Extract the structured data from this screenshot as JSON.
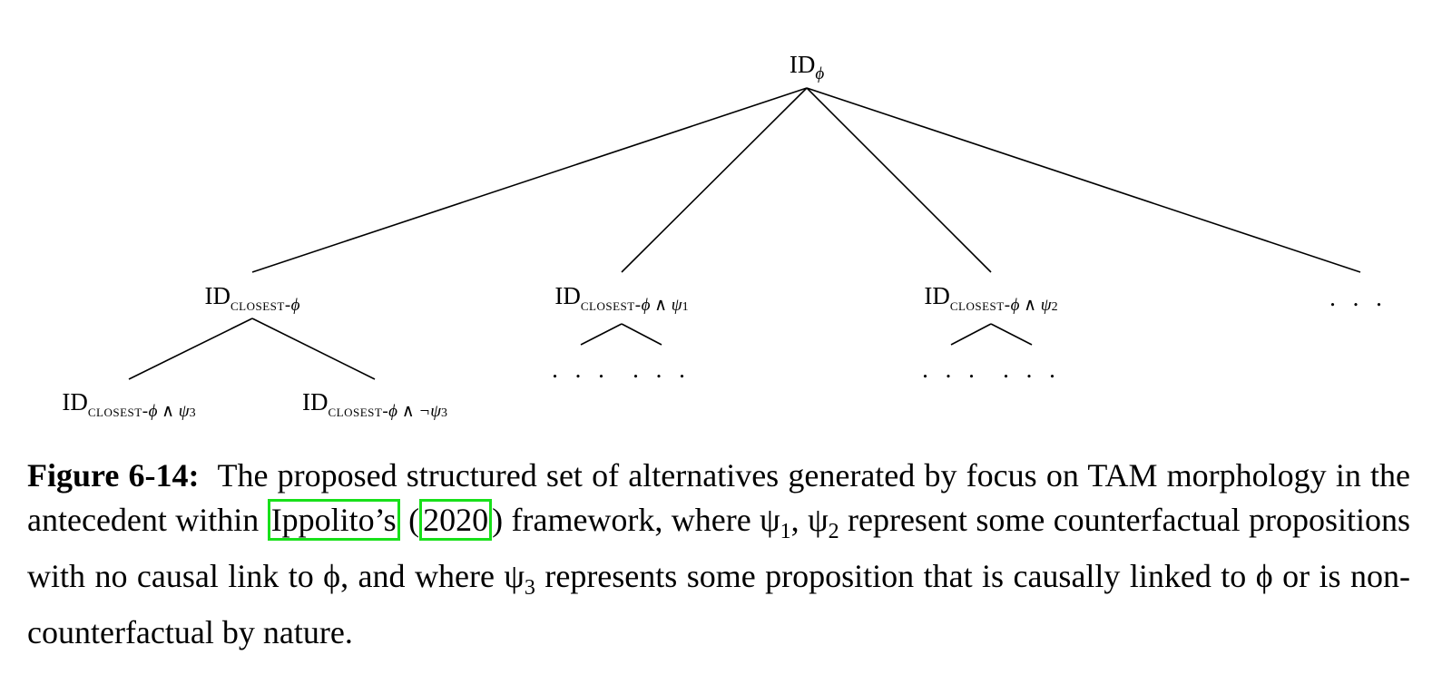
{
  "tree": {
    "root": {
      "base": "ID",
      "sub": "ϕ"
    },
    "level1": [
      {
        "base": "ID",
        "sub_sc": "closest-",
        "sub_rest": "ϕ"
      },
      {
        "base": "ID",
        "sub_sc": "closest-",
        "sub_rest": "ϕ ∧ ψ",
        "sub_num": "1"
      },
      {
        "base": "ID",
        "sub_sc": "closest-",
        "sub_rest": "ϕ ∧ ψ",
        "sub_num": "2"
      }
    ],
    "level1_ellipsis": ". . .",
    "level2": [
      {
        "base": "ID",
        "sub_sc": "closest-",
        "sub_rest": "ϕ ∧ ψ",
        "sub_num": "3"
      },
      {
        "base": "ID",
        "sub_sc": "closest-",
        "sub_rest": "ϕ ∧ ¬ψ",
        "sub_num": "3"
      }
    ],
    "leaf_ellipsis": ". . ."
  },
  "caption": {
    "label": "Figure 6-14:",
    "part1": "The proposed structured set of alternatives generated by focus on TAM morphology in the antecedent within ",
    "cite_author": "Ippolito’s",
    "cite_open": " (",
    "cite_year": "2020",
    "cite_close": ")",
    "part2": " framework, where ψ",
    "psi1": "1",
    "comma": ", ψ",
    "psi2": "2",
    "part3": " represent some counterfactual propositions with no causal link to ϕ, and where ψ",
    "psi3": "3",
    "part4": " represents some proposition that is causally linked to ϕ or is non-counterfactual by nature."
  },
  "colors": {
    "citation_box": "#18e01a",
    "lines": "#000000"
  }
}
